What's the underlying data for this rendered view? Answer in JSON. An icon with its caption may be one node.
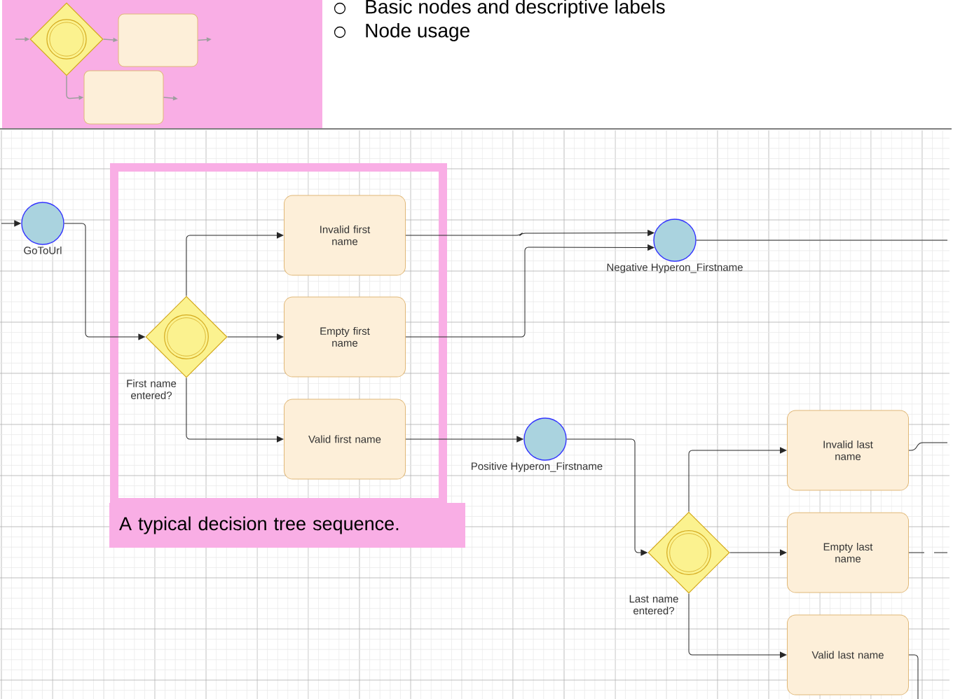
{
  "diagram": {
    "nodes": [
      {
        "text": [],
        "shape": "box"
      },
      {
        "text": [],
        "shape": "diamond",
        "in": 0
      },
      {
        "text": [],
        "shape": "box",
        "in": 0
      },
      {
        "text": [],
        "shape": "box",
        "in": 0
      },
      {
        "text": [
          "GoToUrl"
        ]
      },
      {
        "text": [
          "A typical decision tree sequence."
        ]
      },
      {
        "text": [
          "First name entered?"
        ],
        "in": 5
      },
      {
        "text": [
          "Invalid first name"
        ],
        "in": 5
      },
      {
        "text": [
          "Empty first name"
        ],
        "in": 5
      },
      {
        "text": [
          "Valid first name"
        ],
        "in": 5
      },
      {
        "text": [
          "Negative Hyperon_Firstname"
        ]
      },
      {
        "text": [
          "Positive Hyperon_Firstname"
        ]
      },
      {
        "text": [
          "Last name entered?"
        ]
      },
      {
        "text": [
          "Invalid last name"
        ]
      },
      {
        "text": [
          "Empty last name"
        ]
      },
      {
        "text": [
          "Valid last name"
        ]
      }
    ],
    "edges": [
      {
        "from": null,
        "to": 4,
        "arrow": "to"
      },
      {
        "from": 4,
        "to": 6,
        "arrow": "to"
      },
      {
        "from": 6,
        "to": 7,
        "arrow": "to"
      },
      {
        "from": 6,
        "to": 8,
        "arrow": "to"
      },
      {
        "from": 6,
        "to": 9,
        "arrow": "to"
      },
      {
        "from": 7,
        "to": 10,
        "arrow": "to"
      },
      {
        "from": 8,
        "to": 10,
        "arrow": "to"
      },
      {
        "from": 9,
        "to": 11,
        "arrow": "to"
      },
      {
        "from": 11,
        "to": 12,
        "arrow": "to"
      },
      {
        "from": 12,
        "to": 13,
        "arrow": "to"
      },
      {
        "from": 12,
        "to": 14,
        "arrow": "to"
      },
      {
        "from": 12,
        "to": 15,
        "arrow": "to"
      },
      {
        "from": 10,
        "to": null,
        "arrow": "none"
      },
      {
        "from": 13,
        "to": null,
        "arrow": "none"
      },
      {
        "from": 14,
        "to": null,
        "arrow": "none",
        "style": "dashed"
      },
      {
        "from": 15,
        "to": null,
        "arrow": "none"
      },
      {
        "from": null,
        "to": 1,
        "arrow": "to",
        "color": "#9e9e9e"
      },
      {
        "from": 1,
        "to": 2,
        "arrow": "to",
        "color": "#9e9e9e"
      },
      {
        "from": 1,
        "to": 3,
        "arrow": "to",
        "color": "#9e9e9e"
      },
      {
        "from": 2,
        "to": null,
        "arrow": "to",
        "color": "#9e9e9e"
      },
      {
        "from": 3,
        "to": null,
        "arrow": "to",
        "color": "#9e9e9e"
      }
    ],
    "labels": [
      "Basic nodes and descriptive labels",
      "Node usage"
    ]
  }
}
